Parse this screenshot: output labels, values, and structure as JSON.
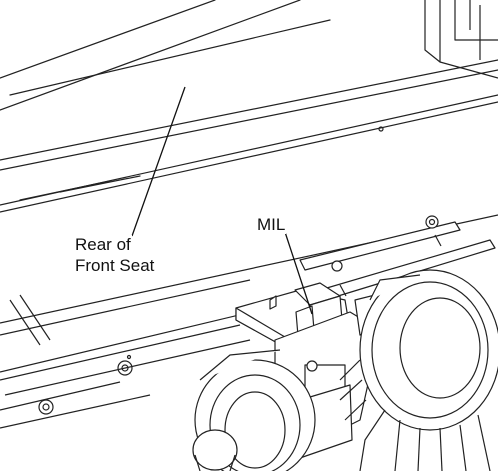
{
  "labels": {
    "rear_line1": "Rear of",
    "rear_line2": "Front Seat",
    "mil": "MIL"
  }
}
